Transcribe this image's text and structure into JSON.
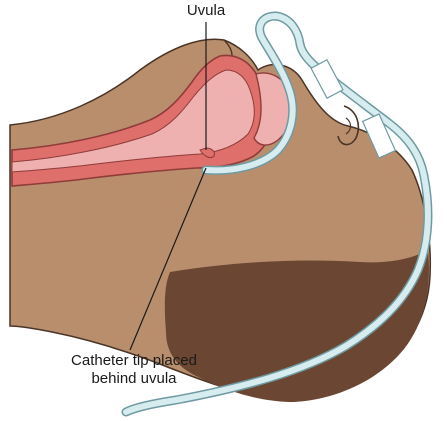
{
  "labels": {
    "uvula": "Uvula",
    "catheter_line1": "Catheter tip placed",
    "catheter_line2": "behind uvula"
  },
  "colors": {
    "skin": "#b98e6d",
    "skin_shadow": "#6b4733",
    "skin_outline": "#4a3426",
    "airway": "#de6f6a",
    "airway_light": "#efb0b0",
    "airway_outline": "#8f3c3a",
    "tube": "#d6ecee",
    "tube_outline": "#6f9aa2",
    "tape": "#ffffff",
    "leader": "#1a1a1a",
    "label_text": "#1a1a1a"
  }
}
